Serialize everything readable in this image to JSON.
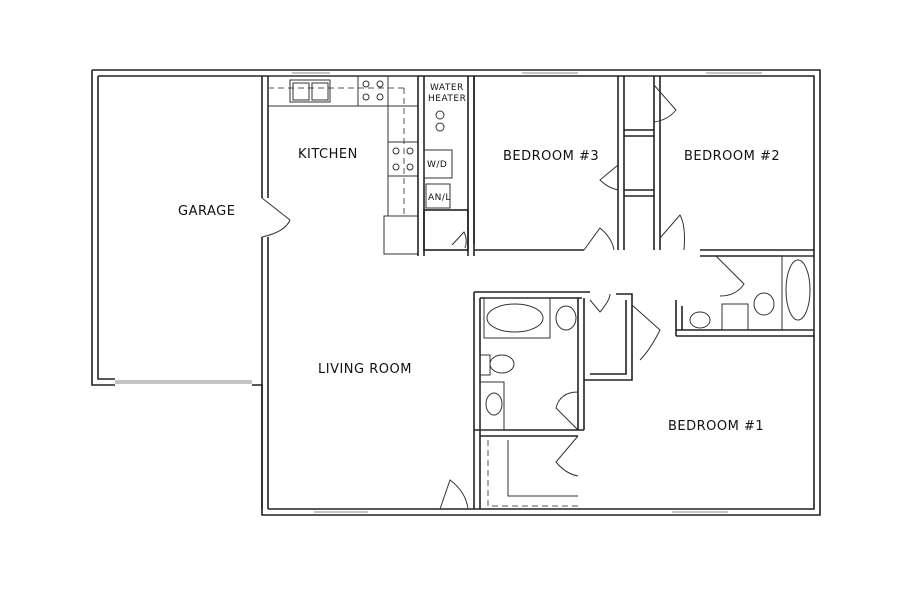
{
  "floor_plan": {
    "rooms": [
      {
        "id": "garage",
        "label": "GARAGE"
      },
      {
        "id": "kitchen",
        "label": "KITCHEN"
      },
      {
        "id": "living",
        "label": "LIVING ROOM"
      },
      {
        "id": "bedroom3",
        "label": "BEDROOM #3"
      },
      {
        "id": "bedroom2",
        "label": "BEDROOM #2"
      },
      {
        "id": "bedroom1",
        "label": "BEDROOM #1"
      }
    ],
    "fixtures": {
      "water_heater_line1": "WATER",
      "water_heater_line2": "HEATER",
      "washer_dryer": "W/D",
      "air_handler": "AN/L"
    }
  }
}
